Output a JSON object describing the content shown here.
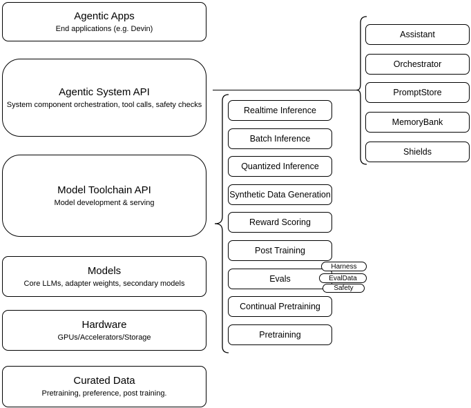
{
  "diagram": {
    "left_stack": [
      {
        "title": "Agentic Apps",
        "subtitle": "End applications (e.g. Devin)"
      },
      {
        "title": "Agentic System API",
        "subtitle": "System component orchestration, tool calls, safety checks"
      },
      {
        "title": "Model Toolchain API",
        "subtitle": "Model development & serving"
      },
      {
        "title": "Models",
        "subtitle": "Core LLMs, adapter weights, secondary models"
      },
      {
        "title": "Hardware",
        "subtitle": "GPUs/Accelerators/Storage"
      },
      {
        "title": "Curated Data",
        "subtitle": "Pretraining, preference, post training."
      }
    ],
    "toolchain_items": [
      "Realtime Inference",
      "Batch Inference",
      "Quantized Inference",
      "Synthetic Data Generation",
      "Reward Scoring",
      "Post Training",
      "Evals",
      "Continual Pretraining",
      "Pretraining"
    ],
    "eval_tags": [
      "Harness",
      "EvalData",
      "Safety"
    ],
    "system_components": [
      "Assistant",
      "Orchestrator",
      "PromptStore",
      "MemoryBank",
      "Shields"
    ],
    "colors": {
      "stroke": "#000000",
      "background": "#ffffff",
      "text": "#000000"
    }
  }
}
